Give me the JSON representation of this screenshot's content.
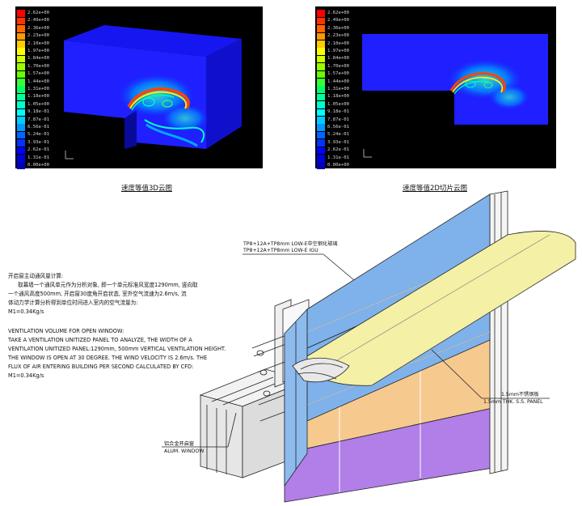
{
  "legend_values": [
    "2.62e+00",
    "2.49e+00",
    "2.36e+00",
    "2.23e+00",
    "2.10e+00",
    "1.97e+00",
    "1.84e+00",
    "1.70e+00",
    "1.57e+00",
    "1.44e+00",
    "1.31e+00",
    "1.18e+00",
    "1.05e+00",
    "9.18e-01",
    "7.87e-01",
    "6.56e-01",
    "5.24e-01",
    "3.93e-01",
    "2.62e-01",
    "1.31e-01",
    "0.00e+00"
  ],
  "legend_values_2d": [
    "2.62e+00",
    "2.49e+00",
    "2.36e+00",
    "2.23e+00",
    "2.10e+00",
    "1.97e+00",
    "1.84e+00",
    "1.70e+00",
    "1.57e+00",
    "1.44e+00",
    "1.31e+00",
    "1.18e+00",
    "1.05e+00",
    "9.18e-01",
    "7.87e-01",
    "6.56e-01",
    "5.24e-01",
    "3.93e-01",
    "2.62e-01",
    "1.31e-01",
    "0.00e+00"
  ],
  "legend_colors": [
    "#ff0000",
    "#ff3300",
    "#ff6600",
    "#ff9900",
    "#ffcc00",
    "#ffff00",
    "#ccff00",
    "#99ff00",
    "#66ff00",
    "#33ff33",
    "#00ff66",
    "#00ff99",
    "#00ffcc",
    "#00ffff",
    "#00ccff",
    "#0099ff",
    "#0066ff",
    "#0033ff",
    "#0000ff",
    "#0000dd",
    "#0000bb"
  ],
  "captions": {
    "cfd_3d": "速度等值3D云图",
    "cfd_2d": "速度等值2D切片云图"
  },
  "notes_cn": {
    "title": "开启窗主动通风量计算:",
    "line1": "取幕墙一个通风单元作为分析对象, 即一个单元标准风宽度1290mm, 竖向取",
    "line2": "一个通风高度500mm, 开启窗30度角开启状态, 室外空气流速为2.6m/s, 流",
    "line3": "体动力学计算分析得到单位时间进入室内的空气流量为:",
    "formula": "M1=0.34Kg/s"
  },
  "notes_en": {
    "title": "VENTILATION VOLUME FOR OPEN WINDOW:",
    "line1": "TAKE A VENTILATION UNITIZED PANEL TO ANALYZE, THE WIDTH OF A",
    "line2": "VENTILATION UNITIZED PANEL:1290mm, 500mm VERTICAL VENTILATION HEIGHT.",
    "line3": "THE WINDOW IS OPEN AT 30 DEGREE. THE WIND VELOCITY IS 2.6m/s. THE",
    "line4": "FLUX OF AIR ENTERING BUILDING PER SECOND CALCULATED BY CFD:",
    "formula": "M1=0.34Kg/s"
  },
  "callouts": {
    "glass_cn": "TP8+12A+TP8mm LOW-E中空钢化玻璃",
    "glass_en": "TP8+12A+TP8mm LOW-E IGU",
    "panel_cn": "1.5mm不锈钢板",
    "panel_en": "1.5mm THK. S.S. PANEL",
    "window_cn": "铝合金开启窗",
    "window_en": "ALUM. WINDOW"
  },
  "colors": {
    "glass": "#7fb2ea",
    "fin": "#f4f0a6",
    "orange_panel": "#f6c98f",
    "purple_panel": "#b27ee8",
    "cfd_blue": "#1a1aff"
  }
}
